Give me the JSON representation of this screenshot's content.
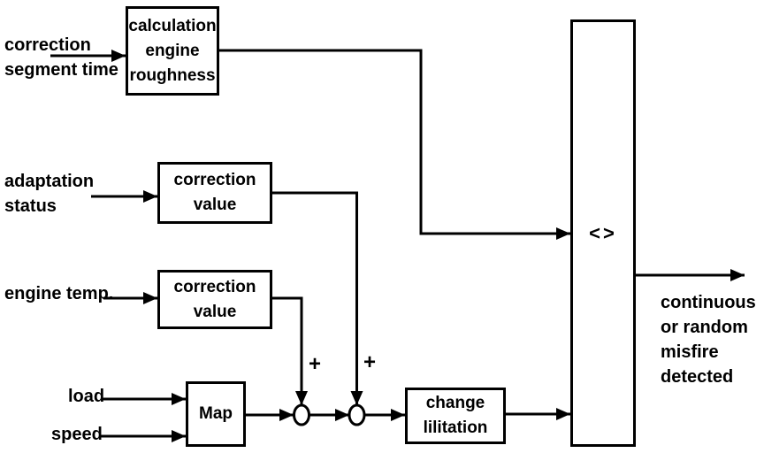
{
  "colors": {
    "line": "#000000",
    "background": "#ffffff"
  },
  "inputs": {
    "segment_time": "correction\nsegment time",
    "adaptation_status": "adaptation\nstatus",
    "engine_temp": "engine temp.",
    "load": "load",
    "speed": "speed"
  },
  "blocks": {
    "calculation": "calculation\nengine\nroughness",
    "correction_value_top": "correction\nvalue",
    "correction_value_bottom": "correction\nvalue",
    "map": "Map",
    "change_limitation": "change\nlilitation",
    "comparator": "<>"
  },
  "operators": {
    "plus_left": "+",
    "plus_right": "+"
  },
  "output": {
    "misfire": "continuous\nor random\nmisfire\ndetected"
  }
}
